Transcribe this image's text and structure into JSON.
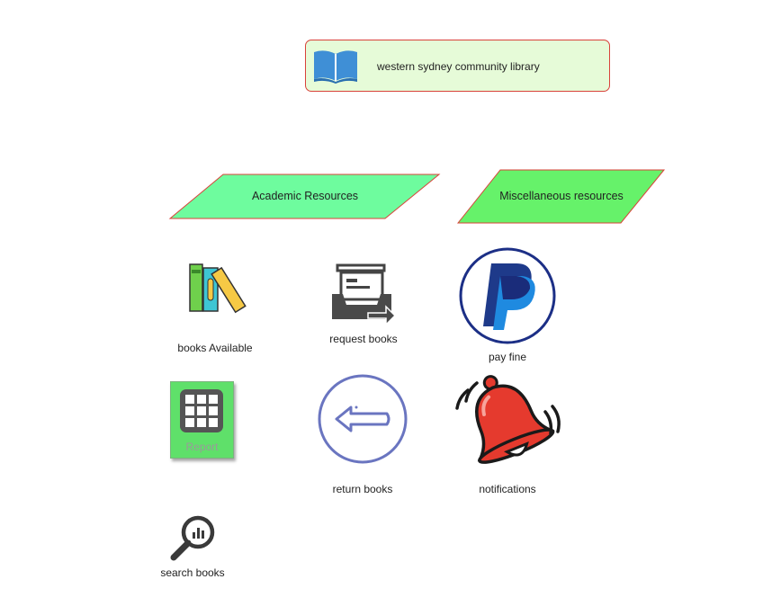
{
  "header": {
    "title": "western sydney community library",
    "icon": "open-book-icon"
  },
  "categories": {
    "academic": "Academic Resources",
    "misc": "Miscellaneous resources"
  },
  "items": {
    "books_available": "books Available",
    "request_books": "request books",
    "pay_fine": "pay fine",
    "report": "Report",
    "return_books": "return books",
    "notifications": "notifications",
    "search_books": "search books"
  },
  "colors": {
    "title_fill": "#e6fbd8",
    "border_red": "#d9423a",
    "academic_fill": "#6efc9e",
    "misc_fill": "#66f26a",
    "report_fill": "#5fe06a"
  }
}
